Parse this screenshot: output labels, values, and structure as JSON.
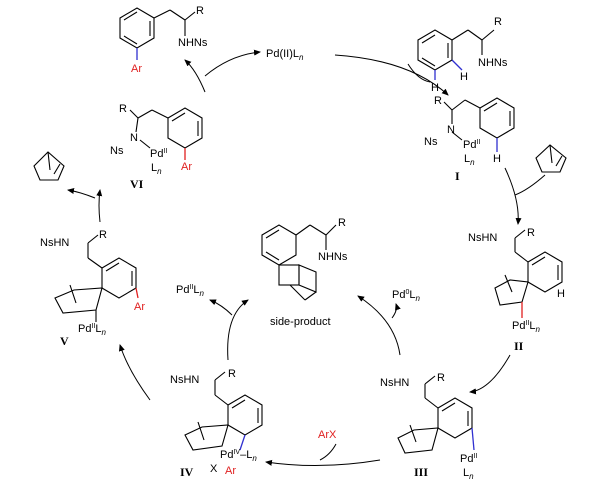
{
  "center": {
    "catalyst": "Pd(II)L",
    "catalyst_sub": "n",
    "side_product": "side-product"
  },
  "labels": {
    "R": "R",
    "NHNs": "NHNs",
    "NsHN": "NsHN",
    "Ns": "Ns",
    "N": "N",
    "H": "H",
    "Ar": "Ar",
    "X": "X",
    "ArX": "ArX",
    "Pd": "Pd",
    "L": "L",
    "n": "n",
    "PdIILn_left": "Pd",
    "Pd0Ln_right": "Pd",
    "ox_II": "II",
    "ox_IV": "IV",
    "ox_0": "0"
  },
  "roman": [
    "I",
    "II",
    "III",
    "IV",
    "V",
    "VI"
  ],
  "colors": {
    "ar": "#e02020",
    "pd_bond": "#3030d0",
    "h_bond": "#3030d0"
  }
}
